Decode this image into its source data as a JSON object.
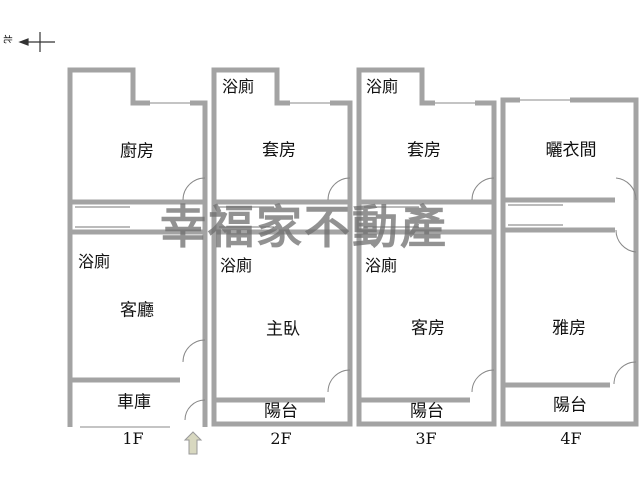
{
  "compass": {
    "label": "北"
  },
  "watermark": "幸福家不動產",
  "floors": [
    {
      "name": "1F",
      "rooms": [
        "廚房",
        "浴廁",
        "客廳",
        "車庫"
      ]
    },
    {
      "name": "2F",
      "rooms": [
        "浴廁",
        "套房",
        "浴廁",
        "主臥",
        "陽台"
      ]
    },
    {
      "name": "3F",
      "rooms": [
        "浴廁",
        "套房",
        "浴廁",
        "客房",
        "陽台"
      ]
    },
    {
      "name": "4F",
      "rooms": [
        "曬衣間",
        "雅房",
        "陽台"
      ]
    }
  ],
  "colors": {
    "wall": "#a3a3a3",
    "wall_edge": "#555555",
    "entry_arrow": "#d8d8c0"
  }
}
